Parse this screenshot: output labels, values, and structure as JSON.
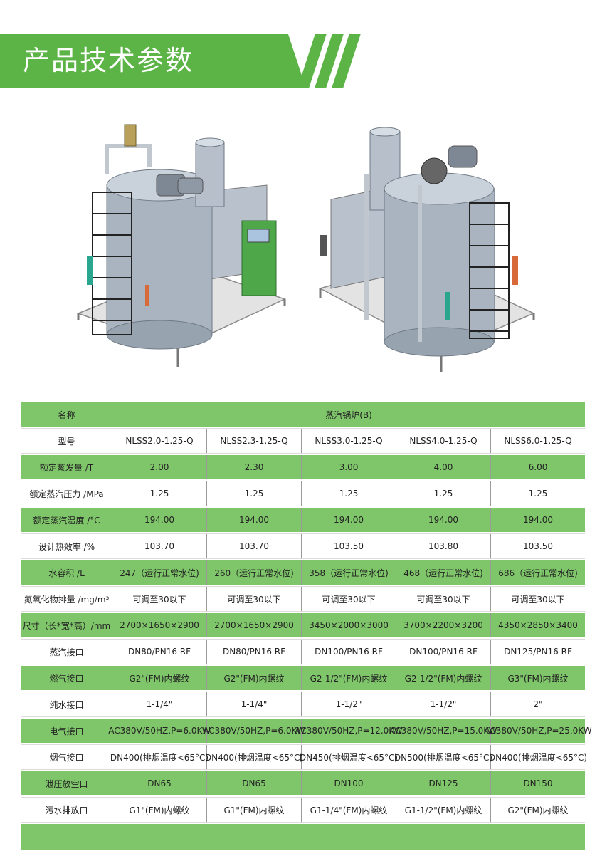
{
  "title": "产品技术参数",
  "table": {
    "header": {
      "label": "名称",
      "value": "蒸汽锅炉(B)"
    },
    "rows": [
      {
        "label": "型号",
        "values": [
          "NLSS2.0-1.25-Q",
          "NLSS2.3-1.25-Q",
          "NLSS3.0-1.25-Q",
          "NLSS4.0-1.25-Q",
          "NLSS6.0-1.25-Q"
        ]
      },
      {
        "label": "额定蒸发量 /T",
        "values": [
          "2.00",
          "2.30",
          "3.00",
          "4.00",
          "6.00"
        ]
      },
      {
        "label": "额定蒸汽压力 /MPa",
        "values": [
          "1.25",
          "1.25",
          "1.25",
          "1.25",
          "1.25"
        ]
      },
      {
        "label": "额定蒸汽温度 /°C",
        "values": [
          "194.00",
          "194.00",
          "194.00",
          "194.00",
          "194.00"
        ]
      },
      {
        "label": "设计热效率 /%",
        "values": [
          "103.70",
          "103.70",
          "103.50",
          "103.80",
          "103.50"
        ]
      },
      {
        "label": "水容积 /L",
        "values": [
          "247（运行正常水位)",
          "260（运行正常水位)",
          "358（运行正常水位)",
          "468（运行正常水位)",
          "686（运行正常水位)"
        ]
      },
      {
        "label": "氮氧化物排量 /mg/m³",
        "values": [
          "可调至30以下",
          "可调至30以下",
          "可调至30以下",
          "可调至30以下",
          "可调至30以下"
        ]
      },
      {
        "label": "尺寸（长*宽*高）/mm",
        "values": [
          "2700×1650×2900",
          "2700×1650×2900",
          "3450×2000×3000",
          "3700×2200×3200",
          "4350×2850×3400"
        ]
      },
      {
        "label": "蒸汽接口",
        "values": [
          "DN80/PN16 RF",
          "DN80/PN16 RF",
          "DN100/PN16 RF",
          "DN100/PN16 RF",
          "DN125/PN16 RF"
        ]
      },
      {
        "label": "燃气接口",
        "values": [
          "G2\"(FM)内螺纹",
          "G2\"(FM)内螺纹",
          "G2-1/2\"(FM)内螺纹",
          "G2-1/2\"(FM)内螺纹",
          "G3\"(FM)内螺纹"
        ]
      },
      {
        "label": "纯水接口",
        "values": [
          "1-1/4\"",
          "1-1/4\"",
          "1-1/2\"",
          "1-1/2\"",
          "2\""
        ]
      },
      {
        "label": "电气接口",
        "values": [
          "AC380V/50HZ,P=6.0KW",
          "AC380V/50HZ,P=6.0KW",
          "AC380V/50HZ,P=12.0KW",
          "AC380V/50HZ,P=15.0KW",
          "AC380V/50HZ,P=25.0KW"
        ]
      },
      {
        "label": "烟气接口",
        "values": [
          "DN400(排烟温度<65°C)",
          "DN400(排烟温度<65°C)",
          "DN450(排烟温度<65°C)",
          "DN500(排烟温度<65°C)",
          "DN400(排烟温度<65°C)"
        ]
      },
      {
        "label": "泄压放空口",
        "values": [
          "DN65",
          "DN65",
          "DN100",
          "DN125",
          "DN150"
        ]
      },
      {
        "label": "污水排放口",
        "values": [
          "G1\"(FM)内螺纹",
          "G1\"(FM)内螺纹",
          "G1-1/4\"(FM)内螺纹",
          "G1-1/2\"(FM)内螺纹",
          "G2\"(FM)内螺纹"
        ]
      }
    ]
  },
  "colors": {
    "brand_green": "#5cb447",
    "row_green": "#7fc56a"
  },
  "icons": {
    "left_image": "boiler-front-view",
    "right_image": "boiler-rear-view"
  }
}
